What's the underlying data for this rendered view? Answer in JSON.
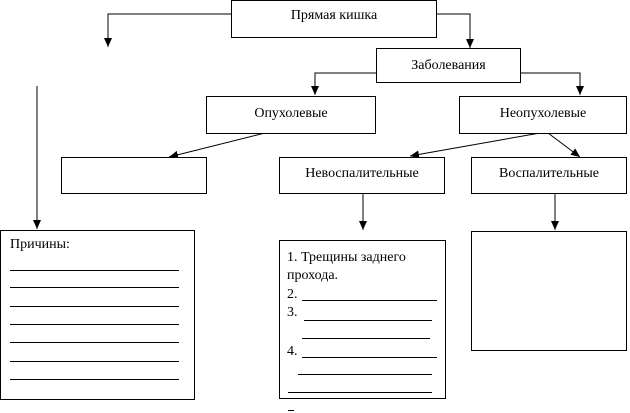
{
  "diagram": {
    "root": "Прямая кишка",
    "diseases": "Заболевания",
    "tumor": "Опухолевые",
    "nontumor": "Неопухолевые",
    "noninflammatory": "Невоспалительные",
    "inflammatory": "Воспалительные",
    "causes": {
      "title": "Причины:"
    },
    "noninflammatory_list": {
      "item1_line1": "1. Трещины заднего",
      "item1_line2": "прохода.",
      "item2_num": "2.",
      "item3_num": "3.",
      "item4_num": "4."
    }
  }
}
